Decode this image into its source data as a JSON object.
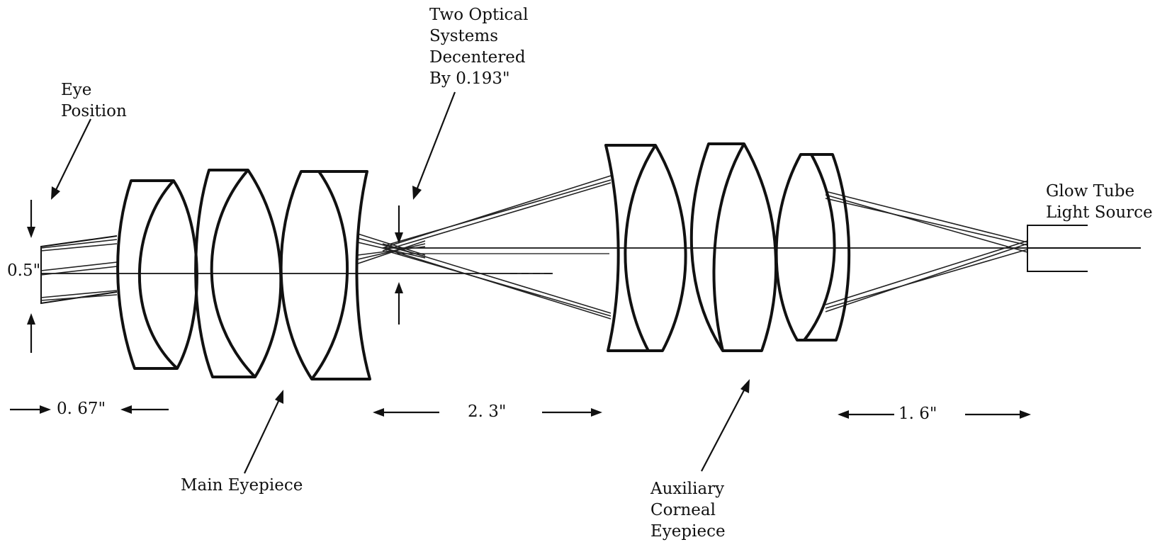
{
  "labels": {
    "eye_position": [
      "Eye",
      "Position"
    ],
    "two_optical": [
      "Two Optical",
      "Systems",
      "Decentered",
      "By 0.193\""
    ],
    "glow_tube": [
      "Glow Tube",
      "Light Source"
    ],
    "main_eyepiece": "Main Eyepiece",
    "auxiliary": [
      "Auxiliary",
      "Corneal",
      "Eyepiece"
    ],
    "aperture": "0.5\"",
    "dim_067": "0. 67\"",
    "dim_23": "2. 3\"",
    "dim_16": "1. 6\""
  }
}
